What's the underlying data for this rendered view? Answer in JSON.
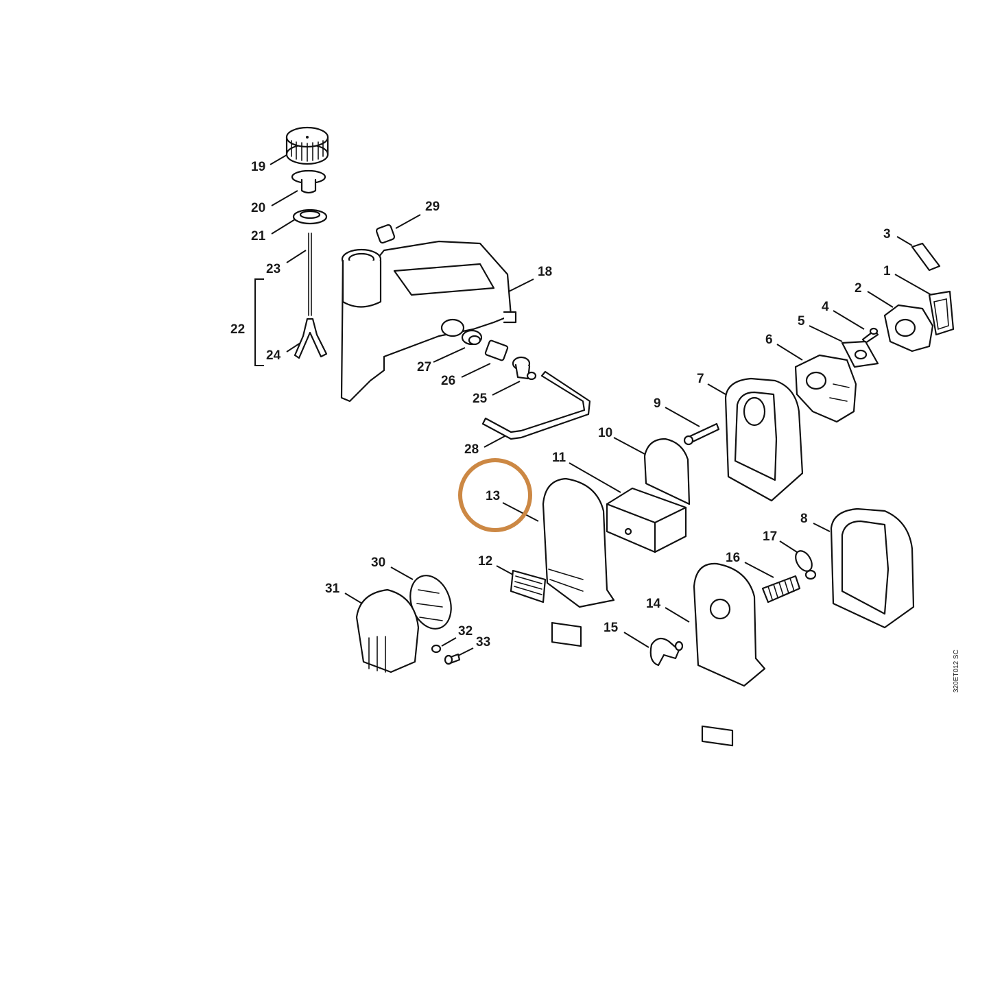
{
  "highlight": {
    "callout": "13",
    "color": "#cc8844"
  },
  "callouts": {
    "c1": "1",
    "c2": "2",
    "c3": "3",
    "c4": "4",
    "c5": "5",
    "c6": "6",
    "c7": "7",
    "c8": "8",
    "c9": "9",
    "c10": "10",
    "c11": "11",
    "c12": "12",
    "c13": "13",
    "c14": "14",
    "c15": "15",
    "c16": "16",
    "c17": "17",
    "c18": "18",
    "c19": "19",
    "c20": "20",
    "c21": "21",
    "c22": "22",
    "c23": "23",
    "c24": "24",
    "c25": "25",
    "c26": "26",
    "c27": "27",
    "c28": "28",
    "c29": "29",
    "c30": "30",
    "c31": "31",
    "c32": "32",
    "c33": "33"
  },
  "drawing_ref": "320ET012 SC"
}
